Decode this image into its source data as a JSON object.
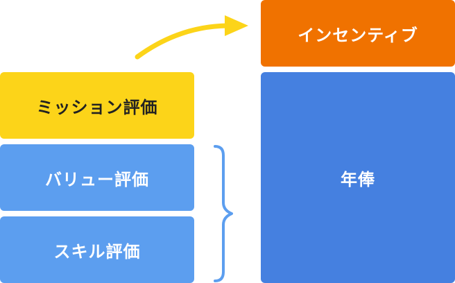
{
  "diagram": {
    "left_boxes": {
      "mission": {
        "label": "ミッション評価",
        "bg": "#FCD419",
        "fg": "#222222"
      },
      "value": {
        "label": "バリュー評価",
        "bg": "#5C9EEF",
        "fg": "#ffffff"
      },
      "skill": {
        "label": "スキル評価",
        "bg": "#5C9EEF",
        "fg": "#ffffff"
      }
    },
    "right_boxes": {
      "incentive": {
        "label": "インセンティブ",
        "bg": "#F07200",
        "fg": "#ffffff"
      },
      "salary": {
        "label": "年俸",
        "bg": "#4580E0",
        "fg": "#ffffff"
      }
    },
    "connectors": {
      "curved_arrow": {
        "icon": "curved-arrow-icon",
        "color": "#FCD419"
      },
      "brace": {
        "icon": "right-brace-icon",
        "color": "#5C9EEF"
      }
    }
  }
}
